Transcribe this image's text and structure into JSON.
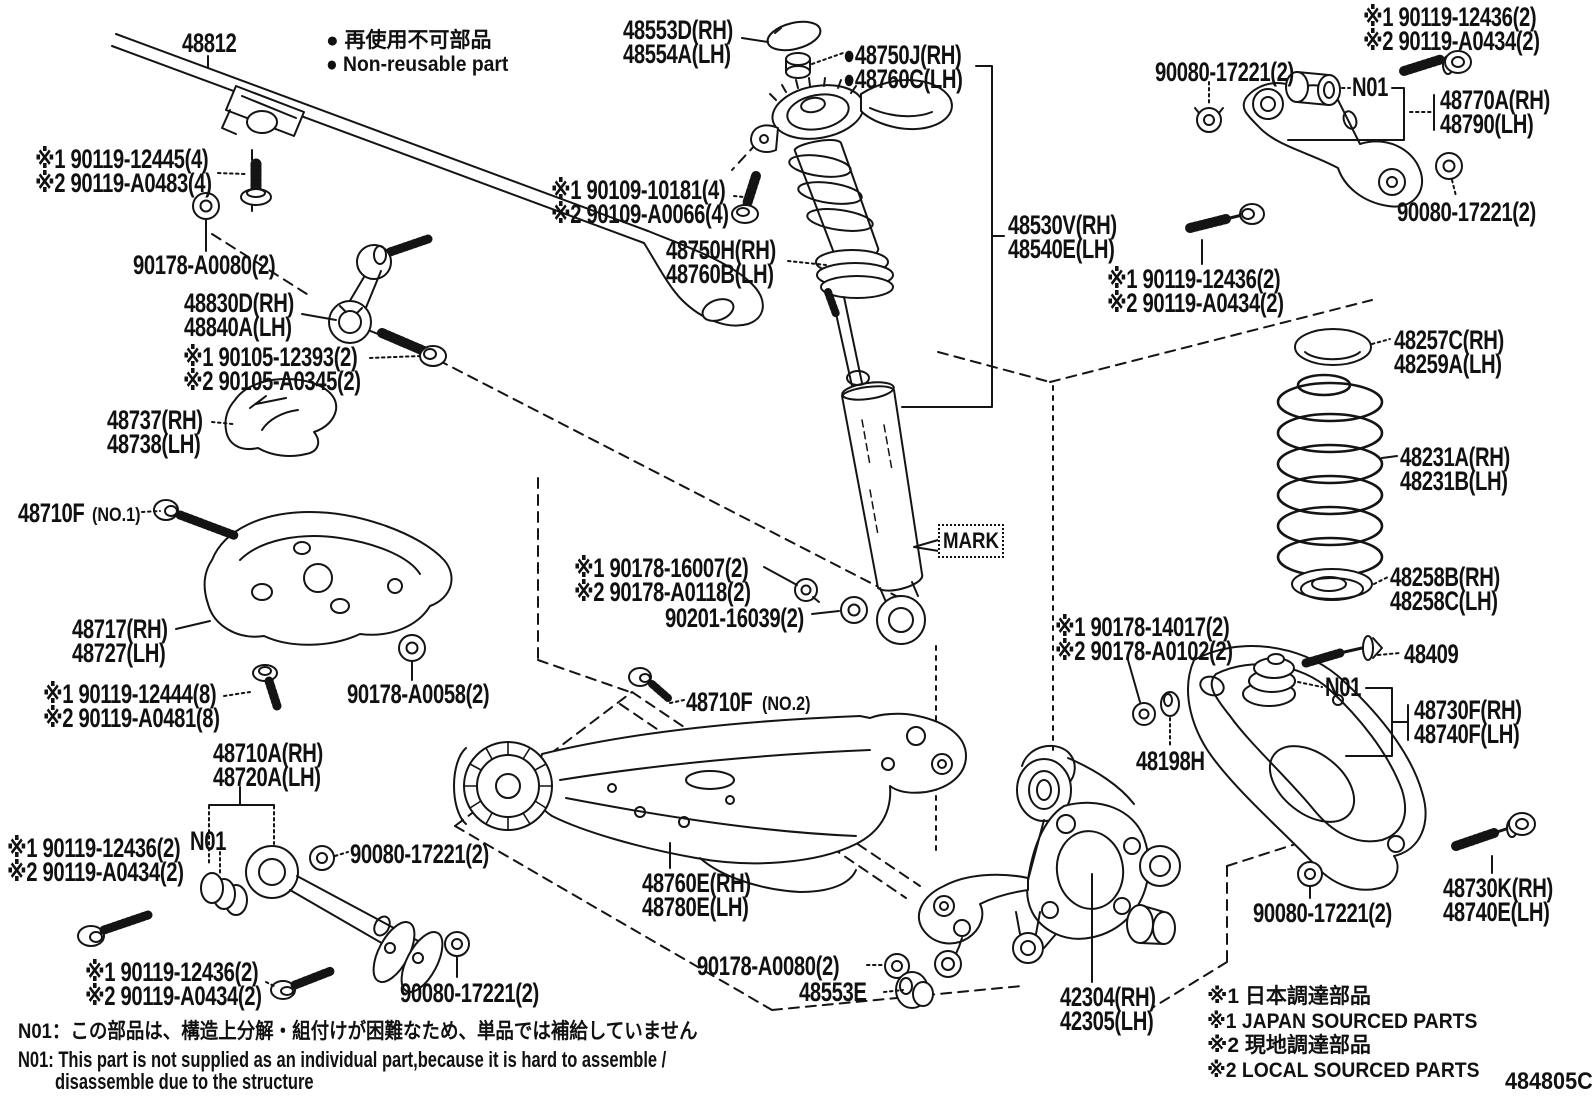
{
  "diagram": {
    "code": "484805C",
    "mark": "MARK",
    "legend": {
      "nonreusable_jp": "● 再使用不可部品",
      "nonreusable_en": "● Non-reusable part",
      "source_jp1": "※1 日本調達部品",
      "source_en1": "※1 JAPAN SOURCED PARTS",
      "source_jp2": "※2 現地調達部品",
      "source_en2": "※2 LOCAL SOURCED PARTS"
    },
    "notes": {
      "jp": "N01：この部品は、構造上分解・組付けが困難なため、単品では補給していません",
      "en_line1": "N01: This part is not supplied as an individual part,because it is hard to assemble /",
      "en_line2": "disassemble due to the structure"
    },
    "callouts": [
      {
        "text": "48812"
      },
      {
        "text": "※1 90119-12445(4)"
      },
      {
        "text": "※2 90119-A0483(4)"
      },
      {
        "text": "90178-A0080(2)"
      },
      {
        "text": "48830D(RH)"
      },
      {
        "text": "48840A(LH)"
      },
      {
        "text": "※1 90105-12393(2)"
      },
      {
        "text": "※2 90105-A0345(2)"
      },
      {
        "text": "48737(RH)"
      },
      {
        "text": "48738(LH)"
      },
      {
        "text": "48710F"
      },
      {
        "text": "(NO.1)"
      },
      {
        "text": "48717(RH)"
      },
      {
        "text": "48727(LH)"
      },
      {
        "text": "※1 90119-12444(8)"
      },
      {
        "text": "※2 90119-A0481(8)"
      },
      {
        "text": "90178-A0058(2)"
      },
      {
        "text": "48710A(RH)"
      },
      {
        "text": "48720A(LH)"
      },
      {
        "text": "N01"
      },
      {
        "text": "※1 90119-12436(2)"
      },
      {
        "text": "※2 90119-A0434(2)"
      },
      {
        "text": "90080-17221(2)"
      },
      {
        "text": "※1 90119-12436(2)"
      },
      {
        "text": "※2 90119-A0434(2)"
      },
      {
        "text": "90080-17221(2)"
      },
      {
        "text": "48553D(RH)"
      },
      {
        "text": "48554A(LH)"
      },
      {
        "text": "●48750J(RH)"
      },
      {
        "text": "●48760C(LH)"
      },
      {
        "text": "※1 90109-10181(4)"
      },
      {
        "text": "※2 90109-A0066(4)"
      },
      {
        "text": "48750H(RH)"
      },
      {
        "text": "48760B(LH)"
      },
      {
        "text": "48530V(RH)"
      },
      {
        "text": "48540E(LH)"
      },
      {
        "text": "※1 90119-12436(2)"
      },
      {
        "text": "※2 90119-A0434(2)"
      },
      {
        "text": "※1 90178-16007(2)"
      },
      {
        "text": "※2 90178-A0118(2)"
      },
      {
        "text": "90201-16039(2)"
      },
      {
        "text": "48710F"
      },
      {
        "text": "(NO.2)"
      },
      {
        "text": "48760E(RH)"
      },
      {
        "text": "48780E(LH)"
      },
      {
        "text": "90178-A0080(2)"
      },
      {
        "text": "48553E"
      },
      {
        "text": "42304(RH)"
      },
      {
        "text": "42305(LH)"
      },
      {
        "text": "※1 90119-12436(2)"
      },
      {
        "text": "※2 90119-A0434(2)"
      },
      {
        "text": "90080-17221(2)"
      },
      {
        "text": "N01"
      },
      {
        "text": "48770A(RH)"
      },
      {
        "text": "48790(LH)"
      },
      {
        "text": "90080-17221(2)"
      },
      {
        "text": "48257C(RH)"
      },
      {
        "text": "48259A(LH)"
      },
      {
        "text": "48231A(RH)"
      },
      {
        "text": "48231B(LH)"
      },
      {
        "text": "48258B(RH)"
      },
      {
        "text": "48258C(LH)"
      },
      {
        "text": "※1 90178-14017(2)"
      },
      {
        "text": "※2 90178-A0102(2)"
      },
      {
        "text": "48409"
      },
      {
        "text": "N01"
      },
      {
        "text": "48730F(RH)"
      },
      {
        "text": "48740F(LH)"
      },
      {
        "text": "48198H"
      },
      {
        "text": "90080-17221(2)"
      },
      {
        "text": "48730K(RH)"
      },
      {
        "text": "48740E(LH)"
      }
    ]
  }
}
